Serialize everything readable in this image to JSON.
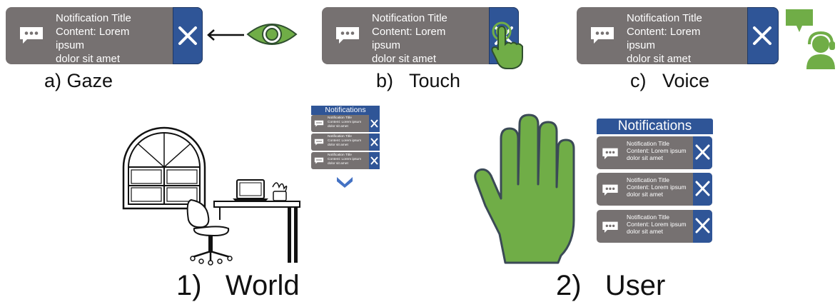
{
  "modalities": [
    {
      "title": "Notification Title",
      "line1": "Content: Lorem",
      "line2": "ipsum",
      "line3": "dolor sit amet",
      "caption": "a) Gaze"
    },
    {
      "title": "Notification Title",
      "line1": "Content: Lorem",
      "line2": "ipsum",
      "line3": "dolor sit amet",
      "caption": "b)   Touch"
    },
    {
      "title": "Notification Title",
      "line1": "Content: Lorem",
      "line2": "ipsum",
      "line3": "dolor sit amet",
      "caption": "c)   Voice"
    }
  ],
  "world": {
    "caption": "1)   World",
    "panel_header": "Notifications",
    "items": [
      {
        "title": "Notification Title",
        "content": "Content: Lorem ipsum",
        "content2": "dolor sit amet"
      },
      {
        "title": "Notification Title",
        "content": "Content: Lorem ipsum",
        "content2": "dolor sit amet"
      },
      {
        "title": "Notification Title",
        "content": "Content: Lorem ipsum",
        "content2": "dolor sit amet"
      }
    ]
  },
  "user": {
    "caption": "2)   User",
    "panel_header": "Notifications",
    "items": [
      {
        "title": "Notification Title",
        "content": "Content: Lorem ipsum",
        "content2": "dolor sit amet"
      },
      {
        "title": "Notification Title",
        "content": "Content: Lorem ipsum",
        "content2": "dolor sit amet"
      },
      {
        "title": "Notification Title",
        "content": "Content: Lorem ipsum",
        "content2": "dolor sit amet"
      }
    ]
  },
  "colors": {
    "card_gray": "#767171",
    "close_blue": "#2f5597",
    "icon_green": "#70ad47",
    "outline": "#2f4f2f"
  },
  "icons": [
    "chat-bubble-icon",
    "close-icon",
    "eye-icon",
    "arrow-left-icon",
    "pointing-hand-icon",
    "speech-bubble-icon",
    "headset-user-icon",
    "chevron-down-icon",
    "open-hand-icon"
  ]
}
